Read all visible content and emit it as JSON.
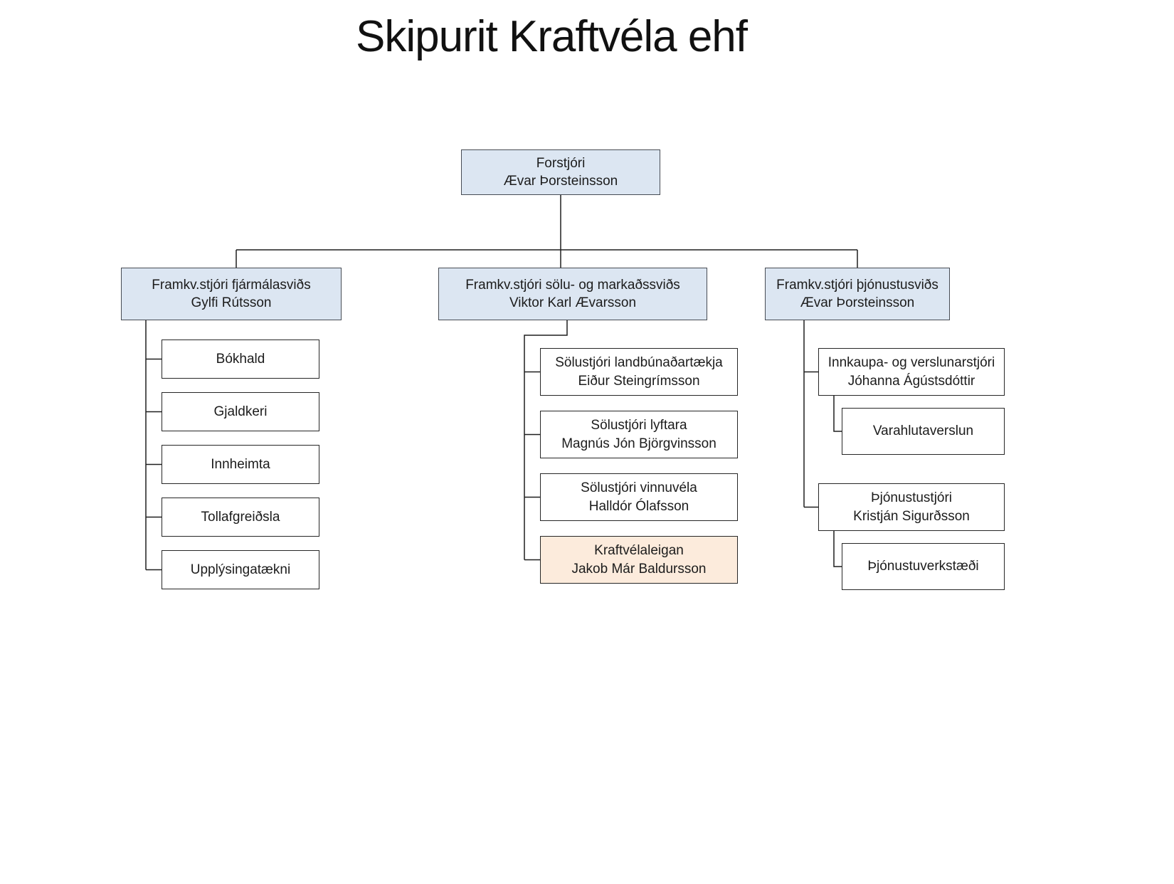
{
  "title": "Skipurit Kraftvéla ehf",
  "colors": {
    "executive_fill": "#dce6f2",
    "department_fill": "#ffffff",
    "highlight_fill": "#fcebdc",
    "line_color": "#1f1f1f"
  },
  "org": {
    "root": {
      "title": "Forstjóri",
      "name": "Ævar Þorsteinsson"
    },
    "branches": [
      {
        "title": "Framkv.stjóri fjármálasviðs",
        "name": "Gylfi Rútsson",
        "children": [
          {
            "label": "Bókhald"
          },
          {
            "label": "Gjaldkeri"
          },
          {
            "label": "Innheimta"
          },
          {
            "label": "Tollafgreiðsla"
          },
          {
            "label": "Upplýsingatækni"
          }
        ]
      },
      {
        "title": "Framkv.stjóri sölu- og markaðssviðs",
        "name": "Viktor Karl Ævarsson",
        "children": [
          {
            "title": "Sölustjóri landbúnaðartækja",
            "name": "Eiður Steingrímsson"
          },
          {
            "title": "Sölustjóri lyftara",
            "name": "Magnús Jón Björgvinsson"
          },
          {
            "title": "Sölustjóri vinnuvéla",
            "name": "Halldór Ólafsson"
          },
          {
            "title": "Kraftvélaleigan",
            "name": "Jakob Már Baldursson",
            "highlighted": true
          }
        ]
      },
      {
        "title": "Framkv.stjóri þjónustusviðs",
        "name": "Ævar Þorsteinsson",
        "children": [
          {
            "title": "Innkaupa- og verslunarstjóri",
            "name": "Jóhanna Ágústsdóttir",
            "sub": "Varahlutaverslun"
          },
          {
            "title": "Þjónustustjóri",
            "name": "Kristján Sigurðsson",
            "sub": "Þjónustuverkstæði"
          }
        ]
      }
    ]
  }
}
